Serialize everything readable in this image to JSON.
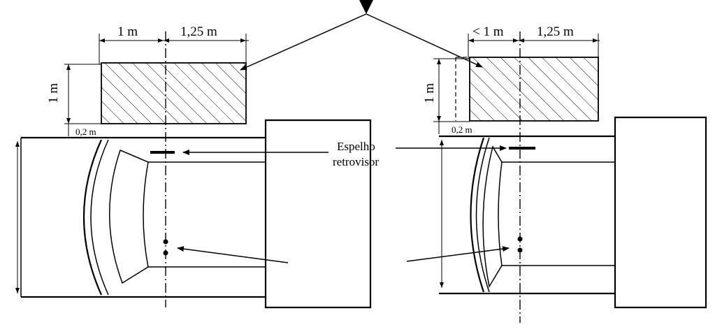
{
  "left_figure": {
    "width_left": "1 m",
    "width_right": "1,25 m",
    "height": "1 m",
    "offset": "0,2 m"
  },
  "right_figure": {
    "width_left": "< 1 m",
    "width_right": "1,25 m",
    "height": "1 m",
    "offset": "0,2 m"
  },
  "mirror_label_line1": "Espelho",
  "mirror_label_line2": "retrovisor"
}
